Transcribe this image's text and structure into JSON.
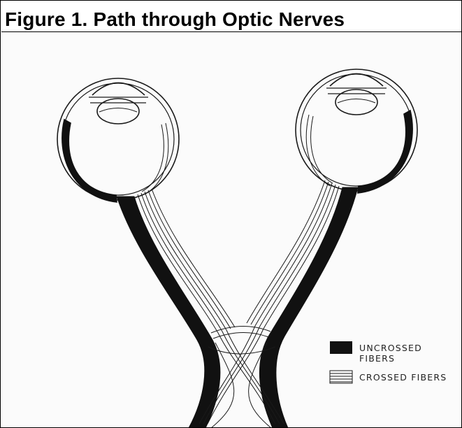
{
  "title": "Figure 1. Path through Optic Nerves",
  "legend": {
    "uncrossed": "UNCROSSED FIBERS",
    "crossed": "CROSSED FIBERS"
  },
  "colors": {
    "ink": "#111111",
    "line": "#1a1a1a",
    "background": "#fbfbfb"
  }
}
